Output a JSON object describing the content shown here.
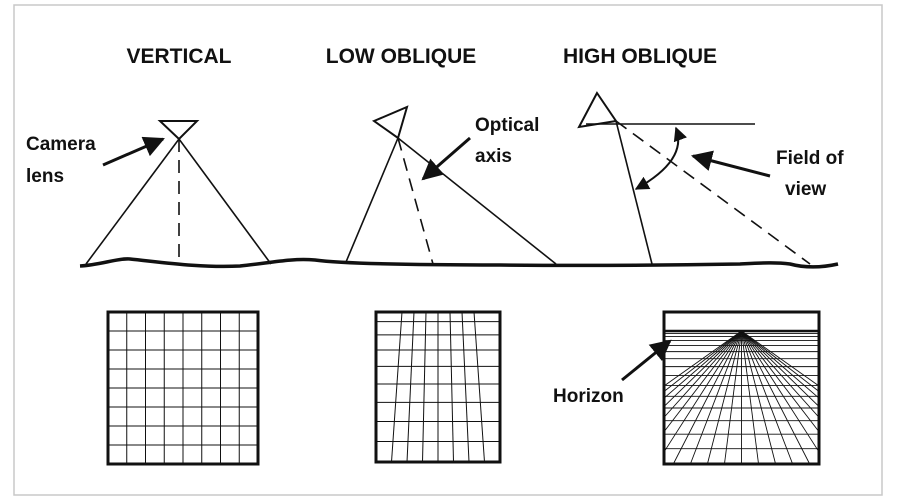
{
  "titles": {
    "vertical": "VERTICAL",
    "low_oblique": "LOW OBLIQUE",
    "high_oblique": "HIGH OBLIQUE"
  },
  "labels": {
    "camera_lens_line1": "Camera",
    "camera_lens_line2": "lens",
    "optical_axis_line1": "Optical",
    "optical_axis_line2": "axis",
    "field_of_view_line1": "Field of",
    "field_of_view_line2": "view",
    "horizon": "Horizon"
  },
  "colors": {
    "ink": "#111111",
    "frame": "#c8c8c8",
    "background": "#ffffff"
  }
}
